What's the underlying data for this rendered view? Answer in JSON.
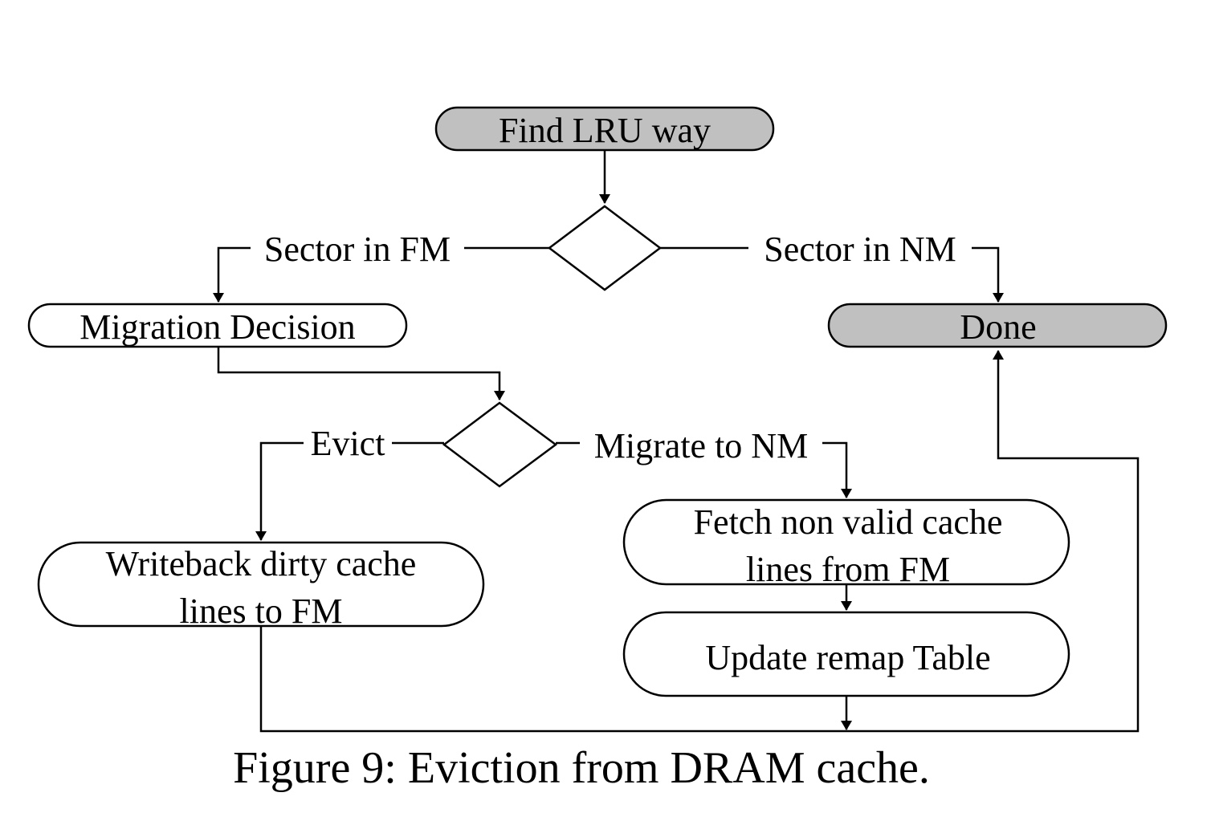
{
  "diagram": {
    "nodes": {
      "find_lru": {
        "label": "Find LRU way",
        "fill": "#c0c0c0"
      },
      "migration_decision": {
        "label": "Migration Decision",
        "fill": "#ffffff"
      },
      "done": {
        "label": "Done",
        "fill": "#c0c0c0"
      },
      "writeback": {
        "line1": "Writeback dirty cache",
        "line2": "lines to FM",
        "fill": "#ffffff"
      },
      "fetch": {
        "line1": "Fetch non valid cache",
        "line2": "lines from FM",
        "fill": "#ffffff"
      },
      "update": {
        "label": "Update remap Table",
        "fill": "#ffffff"
      }
    },
    "edge_labels": {
      "sector_fm": "Sector in FM",
      "sector_nm": "Sector in NM",
      "evict": "Evict",
      "migrate": "Migrate to NM"
    }
  },
  "caption": "Figure 9: Eviction from DRAM cache."
}
